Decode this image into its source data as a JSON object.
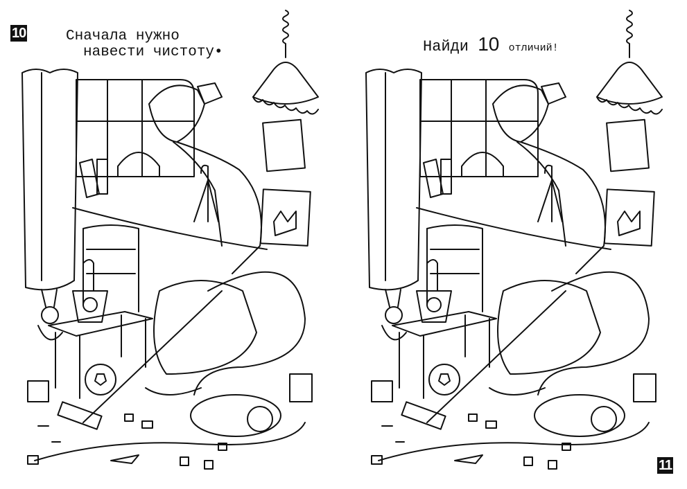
{
  "left_page": {
    "page_number": "10",
    "title_line1": "Сначала нужно",
    "title_line2": "навести чистоту•"
  },
  "right_page": {
    "page_number": "11",
    "title_part1": "Найди",
    "title_number": "10",
    "title_part2": "отличий!"
  }
}
